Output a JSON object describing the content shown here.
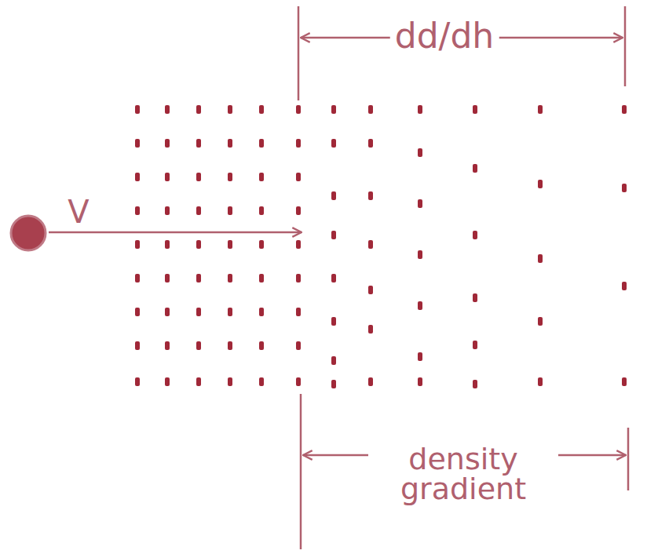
{
  "diagram": {
    "labels": [
      "dd/dh",
      "V",
      "density gradient"
    ]
  }
}
